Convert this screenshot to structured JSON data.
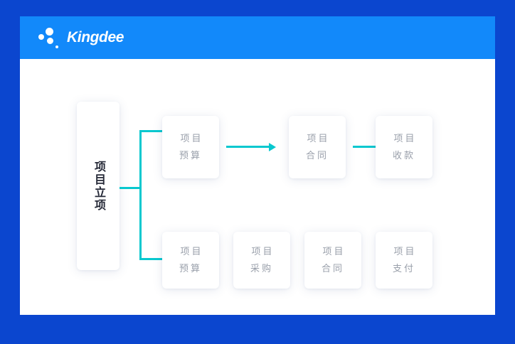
{
  "app": {
    "background_color": "#0B46CF",
    "panel_color": "#ffffff",
    "titlebar_color": "#1289FA",
    "accent_color": "#08C8CF",
    "node_text_color": "#9aa0ab",
    "main_node_text_color": "#262a38"
  },
  "titlebar": {
    "brand": "Kingdee",
    "logo_icon": "kingdee-dots-logo"
  },
  "diagram": {
    "root": {
      "label": "项目立项",
      "orientation": "vertical"
    },
    "branches": [
      {
        "name": "revenue-branch",
        "nodes": [
          {
            "label": "项目\n预算"
          },
          {
            "label": "项目\n合同"
          },
          {
            "label": "项目\n收款"
          }
        ],
        "connector_icon": "long-arrow-right-icon"
      },
      {
        "name": "cost-branch",
        "nodes": [
          {
            "label": "项目\n预算"
          },
          {
            "label": "项目\n采购"
          },
          {
            "label": "项目\n合同"
          },
          {
            "label": "项目\n支付"
          }
        ],
        "connector_icon": "triangle-right-icon"
      }
    ],
    "split_connector_icon": "branch-connector"
  }
}
